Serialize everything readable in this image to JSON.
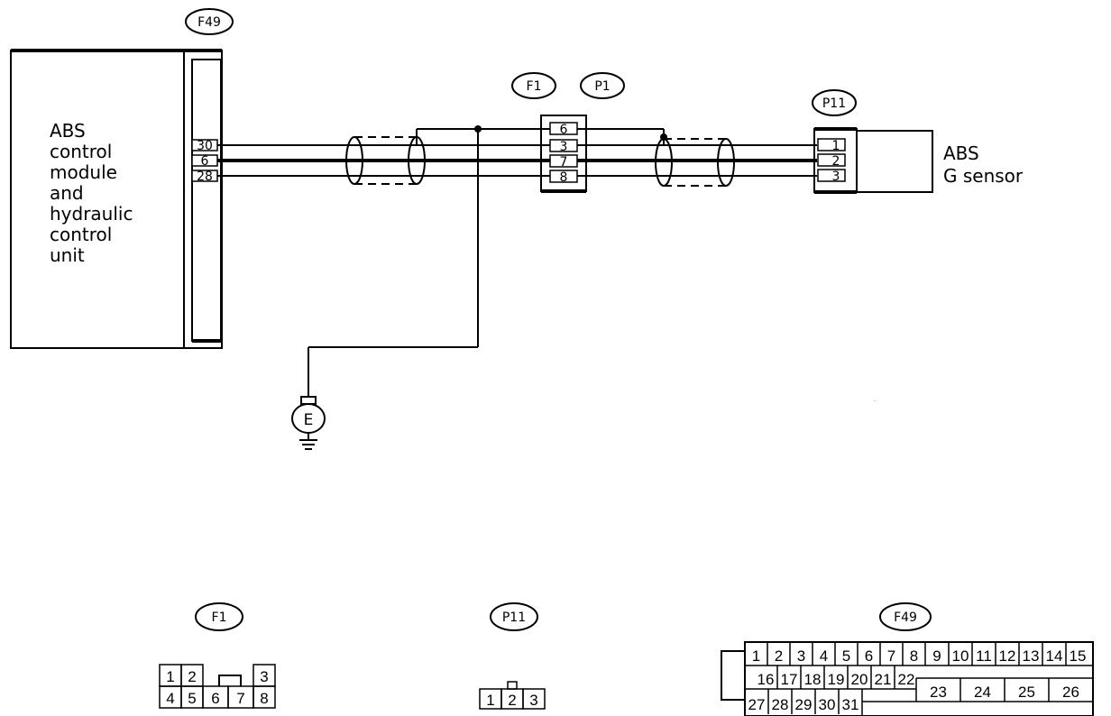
{
  "connector_tags": {
    "f49_top": "F49",
    "f1_top": "F1",
    "p1_top": "P1",
    "p11_top": "P11",
    "f1_bottom": "F1",
    "p11_bottom": "P11",
    "f49_bottom": "F49"
  },
  "abs_module": {
    "lines": [
      "ABS",
      "control",
      "module",
      "and",
      "hydraulic",
      "control",
      "unit"
    ],
    "pins": [
      "30",
      "6",
      "28"
    ]
  },
  "inline_connector": {
    "pins": [
      "6",
      "3",
      "7",
      "8"
    ]
  },
  "g_sensor": {
    "lines": [
      "ABS",
      "G sensor"
    ],
    "pins": [
      "1",
      "2",
      "3"
    ]
  },
  "ground": {
    "label": "E"
  },
  "f1_face": {
    "row1": [
      "1",
      "2",
      "",
      "3"
    ],
    "row2": [
      "4",
      "5",
      "6",
      "7",
      "8"
    ]
  },
  "p11_face": {
    "pins": [
      "1",
      "2",
      "3"
    ]
  },
  "f49_face": {
    "row1": [
      "1",
      "2",
      "3",
      "4",
      "5",
      "6",
      "7",
      "8",
      "9",
      "10",
      "11",
      "12",
      "13",
      "14",
      "15"
    ],
    "row2": [
      "16",
      "17",
      "18",
      "19",
      "20",
      "21",
      "22"
    ],
    "row2_big": [
      "23",
      "24",
      "25",
      "26"
    ],
    "row3": [
      "27",
      "28",
      "29",
      "30",
      "31"
    ]
  }
}
